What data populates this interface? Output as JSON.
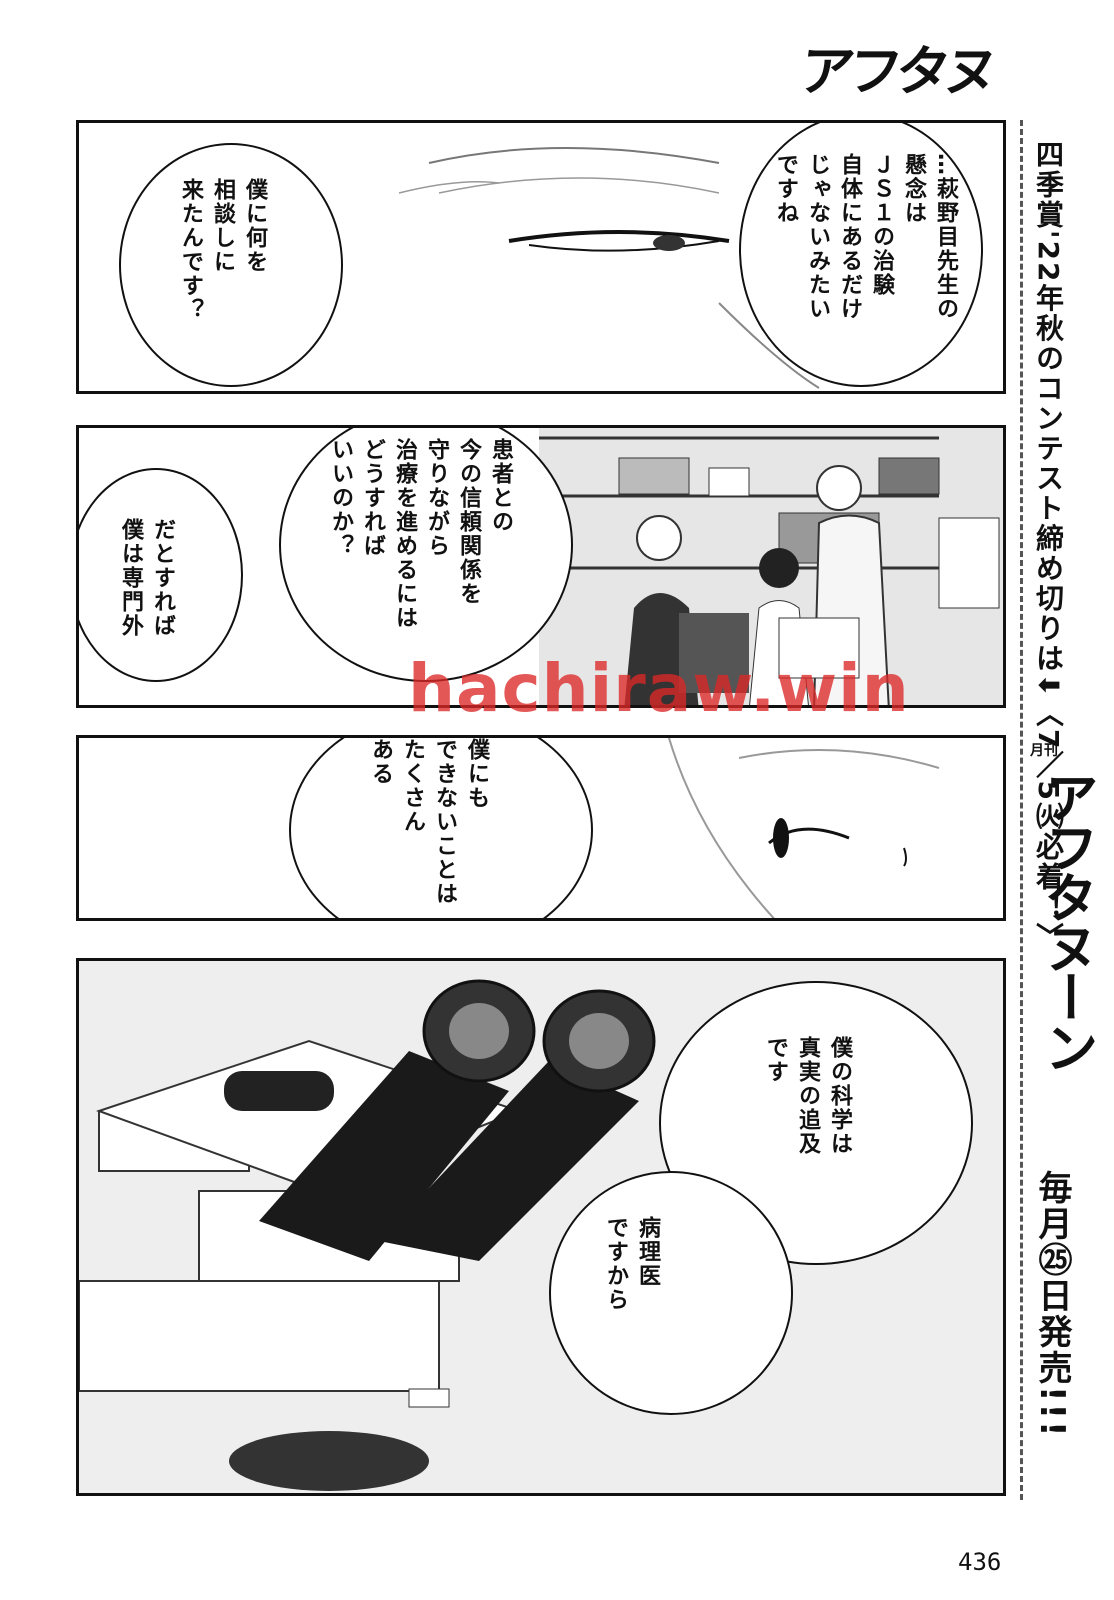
{
  "logo_text": "アフタヌーン",
  "panel1": {
    "bubble_left": "…萩野目先生の\n懸念は\nＪＳ１の治験\n自体にあるだけ\nじゃないみたい\nですね",
    "bubble_right": "僕に何を\n相談しに\n来たんです？"
  },
  "panel2": {
    "bubble_center": "患者との\n今の信頼関係を\n守りながら\n治療を進めるには\nどうすれば\nいいのか？",
    "bubble_left": "だとすれば\n僕は専門外"
  },
  "panel3": {
    "bubble": "僕にも\nできないことは\nたくさん\nある"
  },
  "panel4": {
    "bubble_top": "僕の科学は\n真実の追及\nです",
    "bubble_bottom": "病理医\nですから"
  },
  "sidebar": {
    "notice": "四季賞'22年秋のコンテスト締め切りは⬇〈7／5㈫必着！〉",
    "month_label": "月刊",
    "magazine": "アフタヌーン",
    "release": "毎月㉕日発売!!!"
  },
  "watermark": "hachiraw.win",
  "page_number": "436"
}
